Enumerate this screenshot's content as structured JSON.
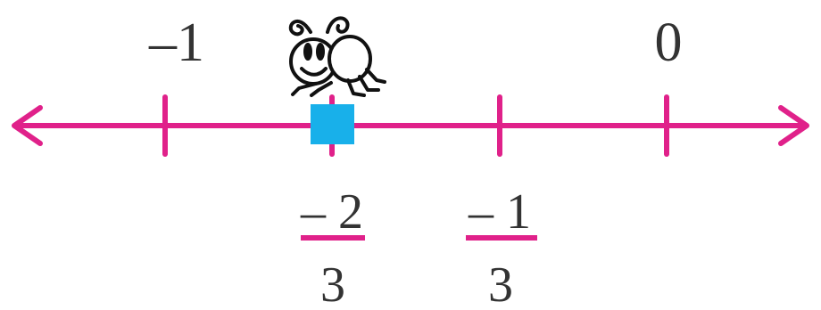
{
  "diagram": {
    "type": "number-line",
    "line_color": "#e0218a",
    "marker_color": "#18b0ea",
    "top_labels": [
      {
        "id": "neg-one",
        "text": "–1",
        "value": -1
      },
      {
        "id": "zero",
        "text": "0",
        "value": 0
      }
    ],
    "bottom_labels": [
      {
        "id": "neg-two-thirds",
        "numerator": "– 2",
        "denominator": "3",
        "value": -0.6667
      },
      {
        "id": "neg-one-third",
        "numerator": "– 1",
        "denominator": "3",
        "value": -0.3333
      }
    ],
    "ticks": [
      -1,
      -0.6667,
      -0.3333,
      0
    ],
    "marker": {
      "value": -0.6667,
      "label": "bug"
    },
    "icons": {
      "left_arrow": "arrow-left-icon",
      "right_arrow": "arrow-right-icon",
      "bug": "bug-icon",
      "square_marker": "square-marker-icon"
    }
  }
}
